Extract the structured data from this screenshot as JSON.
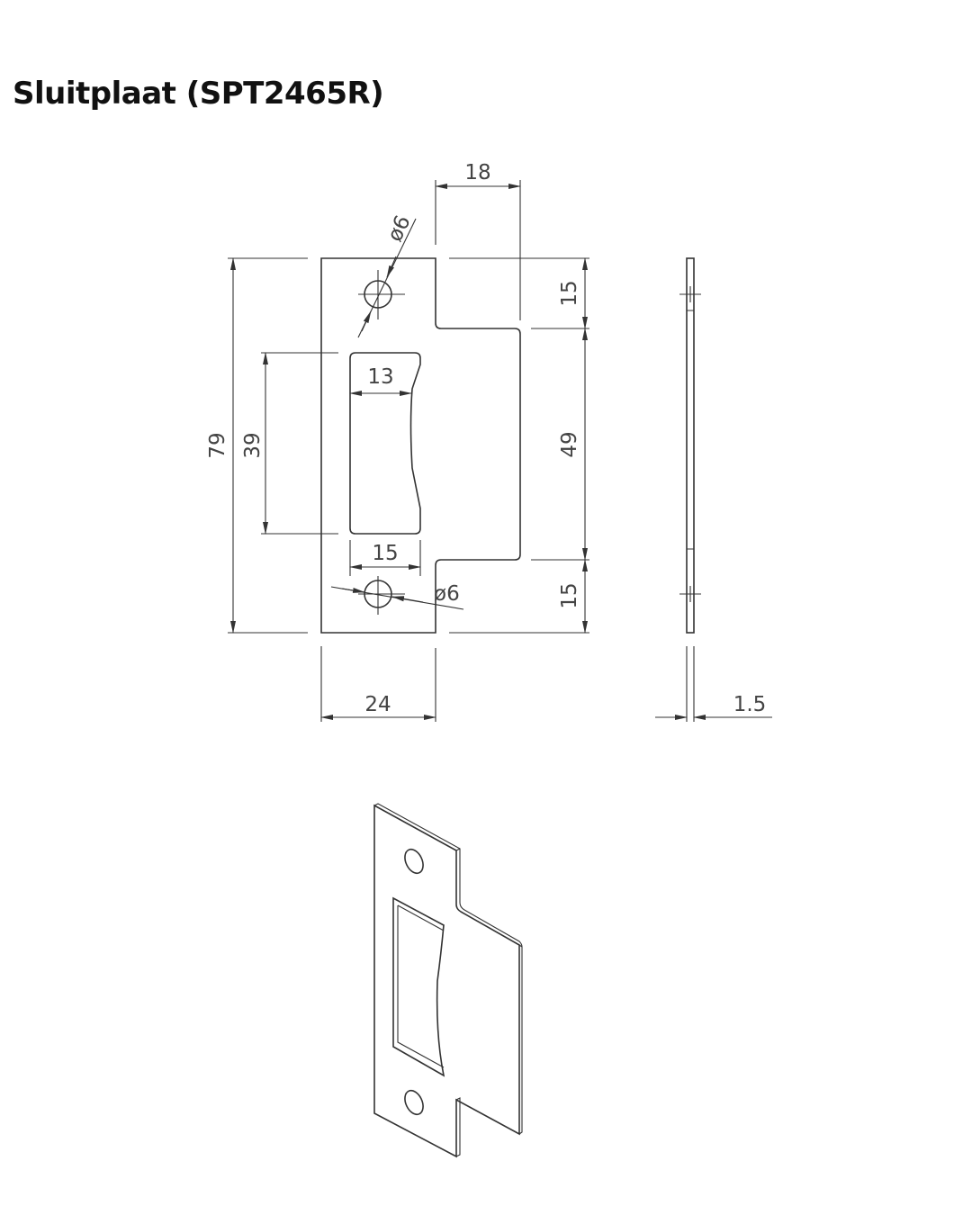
{
  "title": "Sluitplaat (SPT2465R)",
  "dimensions": {
    "top_offset": "18",
    "hole_top_dia": "ø6",
    "hole_bottom_dia": "ø6",
    "overall_height": "79",
    "slot_height": "39",
    "top_section": "15",
    "middle_section": "49",
    "bottom_section": "15",
    "slot_width_inner": "13",
    "slot_width": "15",
    "plate_width": "24",
    "thickness": "1.5"
  }
}
